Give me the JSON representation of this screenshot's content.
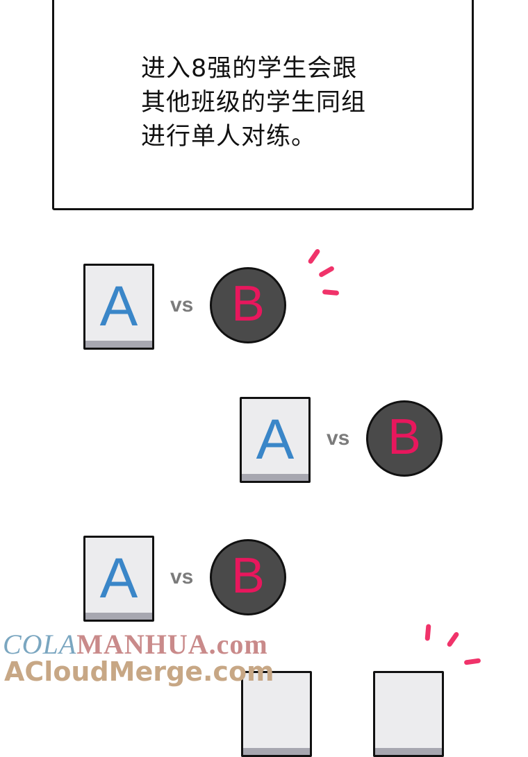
{
  "caption": {
    "lines": [
      "进入8强的学生会跟",
      "其他班级的学生同组",
      "进行单人对练。"
    ]
  },
  "matches": [
    {
      "left": "A",
      "vs": "vs",
      "right": "B"
    },
    {
      "left": "A",
      "vs": "vs",
      "right": "B"
    },
    {
      "left": "A",
      "vs": "vs",
      "right": "B"
    }
  ],
  "watermark": {
    "part1": "COLA",
    "part2": "MANHUA.com",
    "line2": "ACloudMerge.com"
  },
  "colors": {
    "card_letter": "#3a86c8",
    "coin_letter": "#e8175d",
    "accent_dash": "#f0336a"
  }
}
